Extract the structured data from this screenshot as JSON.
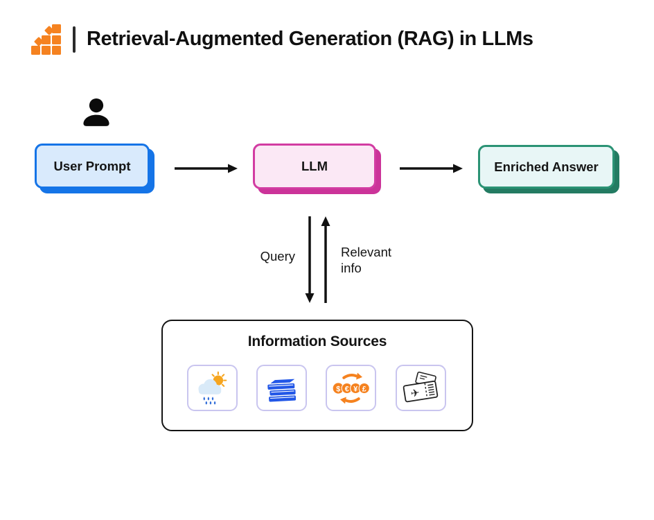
{
  "header": {
    "title": "Retrieval-Augmented Generation (RAG) in LLMs",
    "logo_icon": "growth-chart-logo",
    "logo_color": "#F58220"
  },
  "actor": {
    "icon": "person-icon"
  },
  "nodes": {
    "user_prompt": {
      "label": "User Prompt",
      "fill": "#D9EAFC",
      "border": "#1574E7"
    },
    "llm": {
      "label": "LLM",
      "fill": "#FBE8F5",
      "border": "#D23CA2"
    },
    "enriched_answer": {
      "label": "Enriched Answer",
      "fill": "#E8F6F6",
      "border": "#2B9375"
    }
  },
  "edges": {
    "user_to_llm": {
      "type": "arrow-right"
    },
    "llm_to_answer": {
      "type": "arrow-right"
    },
    "query": {
      "label": "Query",
      "type": "arrow-down"
    },
    "relevant_info": {
      "label": "Relevant info",
      "type": "arrow-up"
    }
  },
  "sources": {
    "title": "Information Sources",
    "tiles": [
      {
        "name": "weather",
        "icon": "weather-icon"
      },
      {
        "name": "books",
        "icon": "books-icon"
      },
      {
        "name": "currency-exchange",
        "icon": "currency-exchange-icon"
      },
      {
        "name": "plane-tickets",
        "icon": "plane-ticket-icon"
      }
    ],
    "currency_symbols": [
      "$",
      "€",
      "¥",
      "£"
    ],
    "accent_colors": {
      "tile_border": "#C9C5EF",
      "orange": "#F5821F",
      "blue": "#2257E7"
    }
  }
}
